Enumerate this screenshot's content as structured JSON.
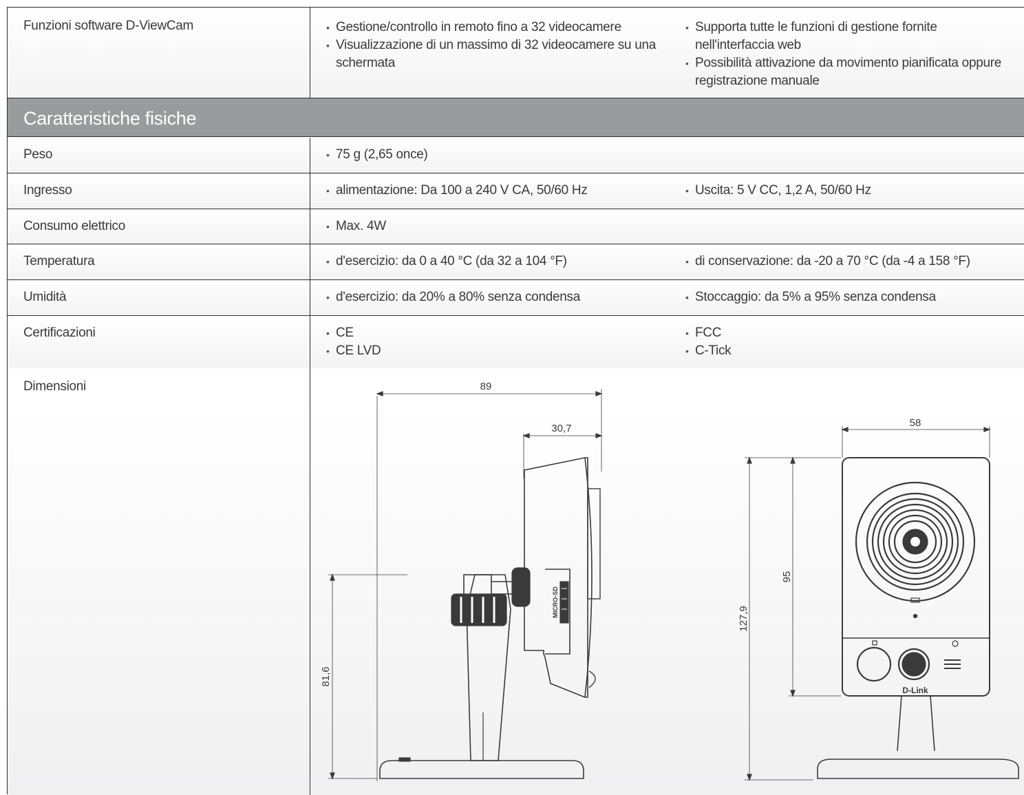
{
  "rows": {
    "software": {
      "label": "Funzioni software D-ViewCam",
      "col_a": [
        "Gestione/controllo in remoto fino a 32 videocamere",
        "Visualizzazione di un massimo di 32 videocamere su una schermata"
      ],
      "col_b": [
        "Supporta tutte le funzioni di gestione fornite nell'interfaccia web",
        "Possibilità attivazione da movimento pianificata oppure registrazione manuale"
      ]
    },
    "section_title": "Caratteristiche fisiche",
    "peso": {
      "label": "Peso",
      "col_a": "75 g (2,65 once)"
    },
    "ingresso": {
      "label": "Ingresso",
      "col_a": "alimentazione: Da 100 a 240 V CA, 50/60 Hz",
      "col_b": "Uscita:  5 V CC, 1,2 A, 50/60 Hz"
    },
    "consumo": {
      "label": "Consumo elettrico",
      "col_a": "Max. 4W"
    },
    "temperatura": {
      "label": "Temperatura",
      "col_a": "d'esercizio: da 0 a 40 °C (da 32 a 104 °F)",
      "col_b": "di conservazione: da -20 a 70 °C (da -4 a 158 °F)"
    },
    "umidita": {
      "label": "Umidità",
      "col_a": "d'esercizio: da 20% a 80% senza condensa",
      "col_b": "Stoccaggio: da 5% a 95% senza condensa"
    },
    "certificazioni": {
      "label": "Certificazioni",
      "col_a": [
        "CE",
        "CE LVD"
      ],
      "col_b": [
        "FCC",
        "C-Tick"
      ]
    },
    "dimensioni": {
      "label": "Dimensioni",
      "side_view": {
        "width_total": "89",
        "width_head": "30,7",
        "height_stand": "81,6",
        "slot_label": "MICRO-SD"
      },
      "front_view": {
        "width": "58",
        "height_body": "95",
        "height_total": "127,9",
        "brand_label": "D-Link"
      }
    }
  },
  "colors": {
    "section_header": "#9a9b9d",
    "border": "#2b2b2b",
    "text": "#3a3a3a"
  }
}
